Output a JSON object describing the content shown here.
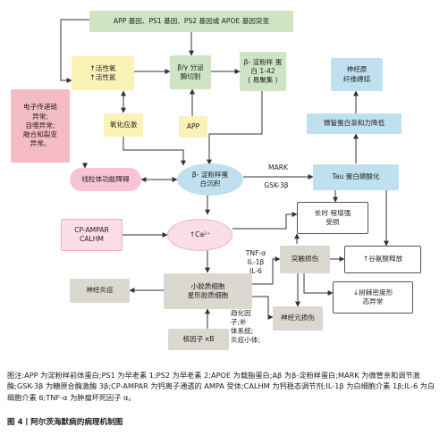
{
  "nodes": {
    "gene_mutation": "APP 基因、PS1 基因、PS2 基因或 APOE 基因突变",
    "free_radical": "↑活性氧\n↑活性氮",
    "beta_gamma_secretase": "β/γ 分泌\n酶切割",
    "abeta_1_42": "β- 淀粉样 蛋\n白 1-42\n( 易聚集 )",
    "oxidative_stress": "氧化应激",
    "app": "APP",
    "neurofibrillary_tangles": "神经原\n纤维缠结",
    "microtubule_affinity": "微管蛋白亲和力降低",
    "electron_chain": "电子传递链\n异常;\n自噬异常;\n融合和裂变\n异常。",
    "mito_dysfunction": "线粒体功能障碍",
    "abeta_deposit": "β- 淀粉样蛋\n白沉积",
    "tau_phospho": "Tau 蛋白磷酸化",
    "mark": "MARK",
    "gsk3b": "GSK-3β",
    "cp_ampar": "CP-AMPAR\nCALHM",
    "ca2": "↑Ca²⁺",
    "long_term_potentiation": "长时 程增强\n受损",
    "synaptic_damage": "突触损伤",
    "glutamate": "↑谷氨酸释放",
    "cytokines": "TNF-α\nIL-1β\nIL-6",
    "dendritic_spine": "↓树棘密度形\n态异常",
    "neuroinflammation": "神经炎症",
    "microglia_astrocyte": "小胶质细胞\n星形胶质细胞",
    "inflammatory_factors": "趋化因\n子;补\n体系统;\n炎症小体;",
    "neuron_damage": "神经元损伤",
    "nf_kb": "核因子 κB"
  },
  "caption": {
    "note": "图注:APP 为淀粉样前体蛋白;PS1 为早老素 1;PS2 为早老素 2;APOE 为载脂蛋白;Aβ 为β-淀粉样蛋白;MARK 为微管亲和调节激酶;GSK-3β 为糖原合酶激酶 3β;CP-AMPAR 为钙离子通透的 AMPA 受体;CALHM 为钙稳态调节剂;IL-1β 为白细胞介素 1β;IL-6 为白细胞介素 6;TNF-α 为肿瘤坏死因子 α。",
    "title": "图 4丨阿尔茨海默病的病理机制图"
  },
  "colors": {
    "green": "#cfe4c5",
    "yellow": "#fbf3b5",
    "blue": "#bfe0ef",
    "pink": "#f6bcc4",
    "gray": "#dbd8cf"
  }
}
